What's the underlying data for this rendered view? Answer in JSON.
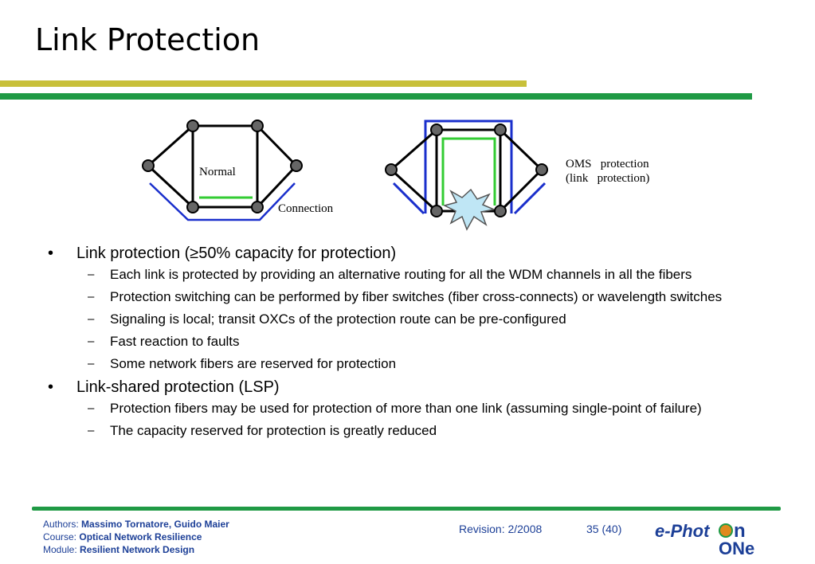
{
  "title": "Link Protection",
  "diagram": {
    "label_normal": "Normal",
    "label_connection": "Connection",
    "label_oms_line1": "OMS   protection",
    "label_oms_line2": "(link   protection)"
  },
  "bullets": [
    {
      "text": "Link protection (≥50% capacity for protection)",
      "sub": [
        "Each link is protected by providing an alternative routing for all the WDM channels in all the fibers",
        "Protection switching can be performed by fiber switches (fiber cross-connects) or wavelength switches",
        "Signaling is local; transit OXCs of the protection route can be pre-configured",
        "Fast reaction to faults",
        "Some network fibers are reserved for protection"
      ]
    },
    {
      "text": "Link-shared protection (LSP)",
      "sub": [
        "Protection fibers may be used for protection of more than one link (assuming single-point of failure)",
        "The capacity reserved for protection is greatly reduced"
      ]
    }
  ],
  "footer": {
    "authors_key": "Authors: ",
    "authors_val": "Massimo Tornatore, Guido Maier",
    "course_key": "Course: ",
    "course_val": "Optical Network Resilience",
    "module_key": "Module: ",
    "module_val": "Resilient Network Design",
    "revision": "Revision: 2/2008",
    "page": "35 (40)",
    "logo_part1": "e-Phot",
    "logo_part2": "n",
    "logo_part3": "ONe"
  },
  "colors": {
    "accent_blue": "#1c3f97",
    "bar_green": "#1f9a45",
    "bar_yellow": "#c8c03a",
    "working_green": "#33cc33",
    "protection_blue": "#1a2fcc"
  }
}
